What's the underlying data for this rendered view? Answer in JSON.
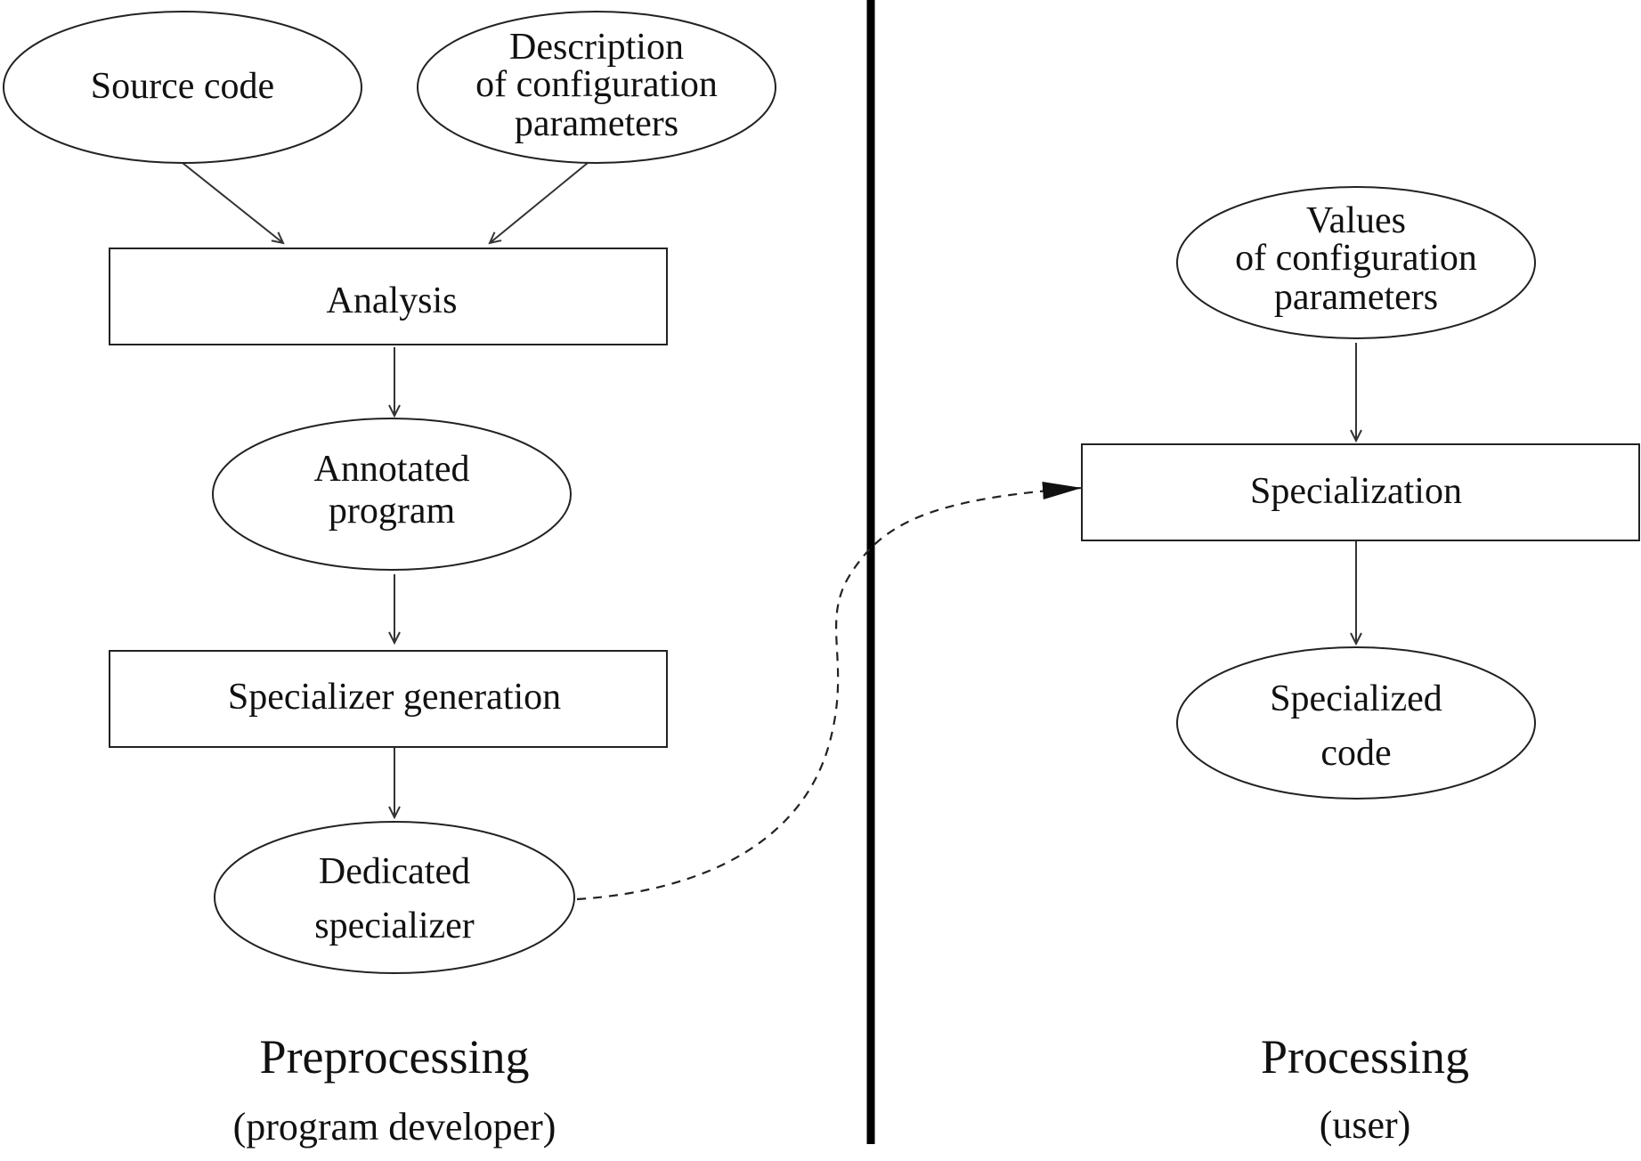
{
  "nodes": {
    "source_code": {
      "lines": [
        "Source code"
      ]
    },
    "description_config": {
      "lines": [
        "Description",
        "of configuration",
        "parameters"
      ]
    },
    "analysis": {
      "lines": [
        "Analysis"
      ]
    },
    "annotated_program": {
      "lines": [
        "Annotated",
        "program"
      ]
    },
    "specializer_generation": {
      "lines": [
        "Specializer generation"
      ]
    },
    "dedicated_specializer": {
      "lines": [
        "Dedicated",
        "specializer"
      ]
    },
    "values_config": {
      "lines": [
        "Values",
        "of configuration",
        "parameters"
      ]
    },
    "specialization": {
      "lines": [
        "Specialization"
      ]
    },
    "specialized_code": {
      "lines": [
        "Specialized",
        "code"
      ]
    }
  },
  "sections": {
    "left": {
      "title": "Preprocessing",
      "subtitle": "(program developer)"
    },
    "right": {
      "title": "Processing",
      "subtitle": "(user)"
    }
  },
  "edges": [
    {
      "from": "source_code",
      "to": "analysis",
      "style": "solid"
    },
    {
      "from": "description_config",
      "to": "analysis",
      "style": "solid"
    },
    {
      "from": "analysis",
      "to": "annotated_program",
      "style": "solid"
    },
    {
      "from": "annotated_program",
      "to": "specializer_generation",
      "style": "solid"
    },
    {
      "from": "specializer_generation",
      "to": "dedicated_specializer",
      "style": "solid"
    },
    {
      "from": "values_config",
      "to": "specialization",
      "style": "solid"
    },
    {
      "from": "specialization",
      "to": "specialized_code",
      "style": "solid"
    },
    {
      "from": "dedicated_specializer",
      "to": "specialization",
      "style": "dashed"
    }
  ]
}
